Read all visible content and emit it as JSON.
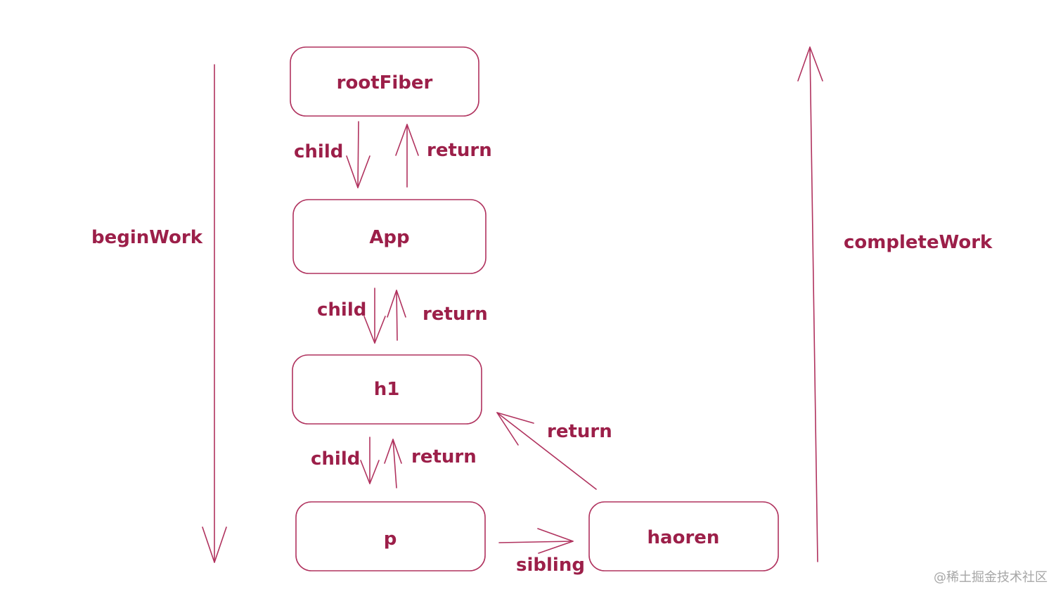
{
  "colors": {
    "stroke": "#b0325e",
    "text": "#9c1f49",
    "background": "#ffffff"
  },
  "nodes": {
    "rootFiber": "rootFiber",
    "app": "App",
    "h1": "h1",
    "p": "p",
    "haoren": "haoren"
  },
  "labels": {
    "child_1": "child",
    "return_1": "return",
    "child_2": "child",
    "return_2": "return",
    "child_3": "child",
    "return_3": "return",
    "return_4": "return",
    "sibling": "sibling",
    "begin_work": "beginWork",
    "complete_work": "completeWork"
  },
  "watermark": "@稀土掘金技术社区"
}
